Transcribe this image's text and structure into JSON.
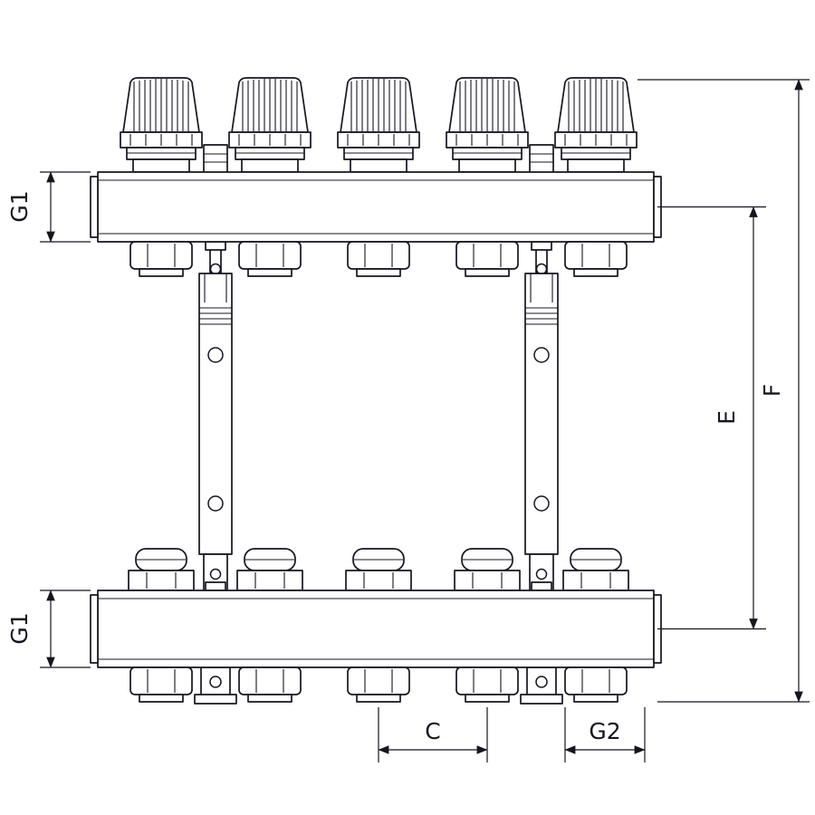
{
  "drawing": {
    "type": "technical_line_drawing",
    "subject": "heating-manifold-with-thermostatic-valves",
    "circuits_visible": 5,
    "labels": {
      "g1_top": "G1",
      "g1_bottom": "G1",
      "e": "E",
      "f": "F",
      "c": "C",
      "g2": "G2"
    },
    "colors": {
      "line": "#15151f",
      "background": "#ffffff"
    }
  }
}
